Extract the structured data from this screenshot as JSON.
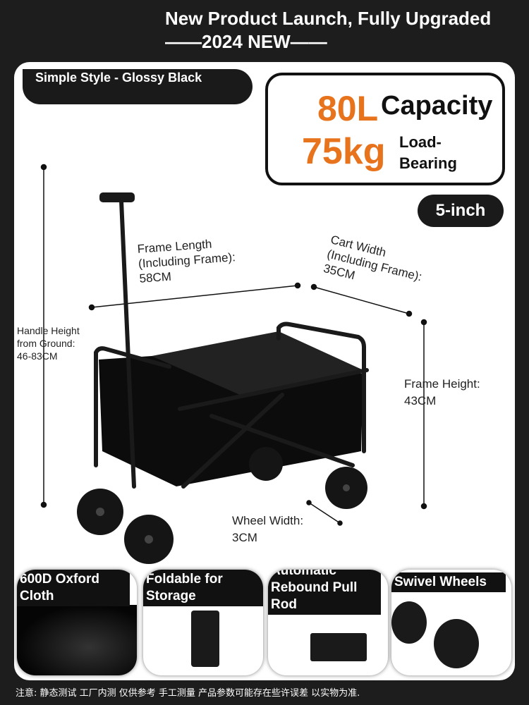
{
  "header": {
    "line1": "New Product Launch, Fully Upgraded",
    "line2": "——2024 NEW——"
  },
  "style_label": "Simple Style - Glossy Black",
  "capacity": {
    "volume": "80L",
    "volume_label": "Capacity",
    "load": "75kg",
    "load_label": "Load-Bearing"
  },
  "wheel_size": "5-inch",
  "dimensions": {
    "frame_length": [
      "Frame Length",
      "(Including Frame):",
      "58CM"
    ],
    "cart_width": [
      "Cart Width",
      "(Including Frame):",
      "35CM"
    ],
    "handle_height": [
      "Handle Height",
      "from Ground:",
      "46-83CM"
    ],
    "frame_height": [
      "Frame Height:",
      "43CM"
    ],
    "wheel_width": [
      "Wheel Width:",
      "3CM"
    ]
  },
  "features": [
    {
      "label": "600D Oxford Cloth",
      "icon": "fabric-image"
    },
    {
      "label": "Foldable for Storage",
      "icon": "folded-cart-image"
    },
    {
      "label": "Automatic Rebound Pull Rod",
      "icon": "pull-rod-image"
    },
    {
      "label": "Swivel Wheels",
      "icon": "wheel-image"
    }
  ],
  "colors": {
    "accent": "#e8731d",
    "background": "#1d1d1d"
  },
  "note": "注意: 静态测试 工厂内测 仅供参考 手工测量 产品参数可能存在些许误差 以实物为准."
}
